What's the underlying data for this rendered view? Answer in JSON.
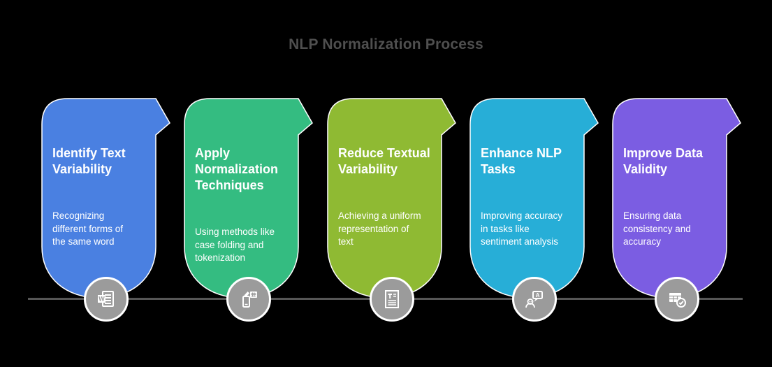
{
  "title": "NLP Normalization Process",
  "style": {
    "background_color": "#000000",
    "title_color": "#4f4f4f",
    "timeline_color": "#565656",
    "icon_circle_color": "#9b9b9b",
    "card_text_color": "#ffffff"
  },
  "steps": [
    {
      "heading": "Identify Text\nVariability",
      "body": "Recognizing\ndifferent forms of\nthe same word",
      "color": "#4a80e1",
      "icon": "word-document-icon"
    },
    {
      "heading": "Apply\nNormalization\nTechniques",
      "body": "Using methods like\ncase folding and\ntokenization",
      "color": "#34bc81",
      "icon": "phone-calculator-icon"
    },
    {
      "heading": "Reduce Textual\nVariability",
      "body": "Achieving a uniform\nrepresentation of\ntext",
      "color": "#8fba33",
      "icon": "text-document-icon"
    },
    {
      "heading": "Enhance NLP\nTasks",
      "body": "Improving accuracy\nin tasks like\nsentiment analysis",
      "color": "#27aed7",
      "icon": "person-chat-icon"
    },
    {
      "heading": "Improve Data\nValidity",
      "body": "Ensuring data\nconsistency and\naccuracy",
      "color": "#7b5de2",
      "icon": "table-check-icon"
    }
  ]
}
